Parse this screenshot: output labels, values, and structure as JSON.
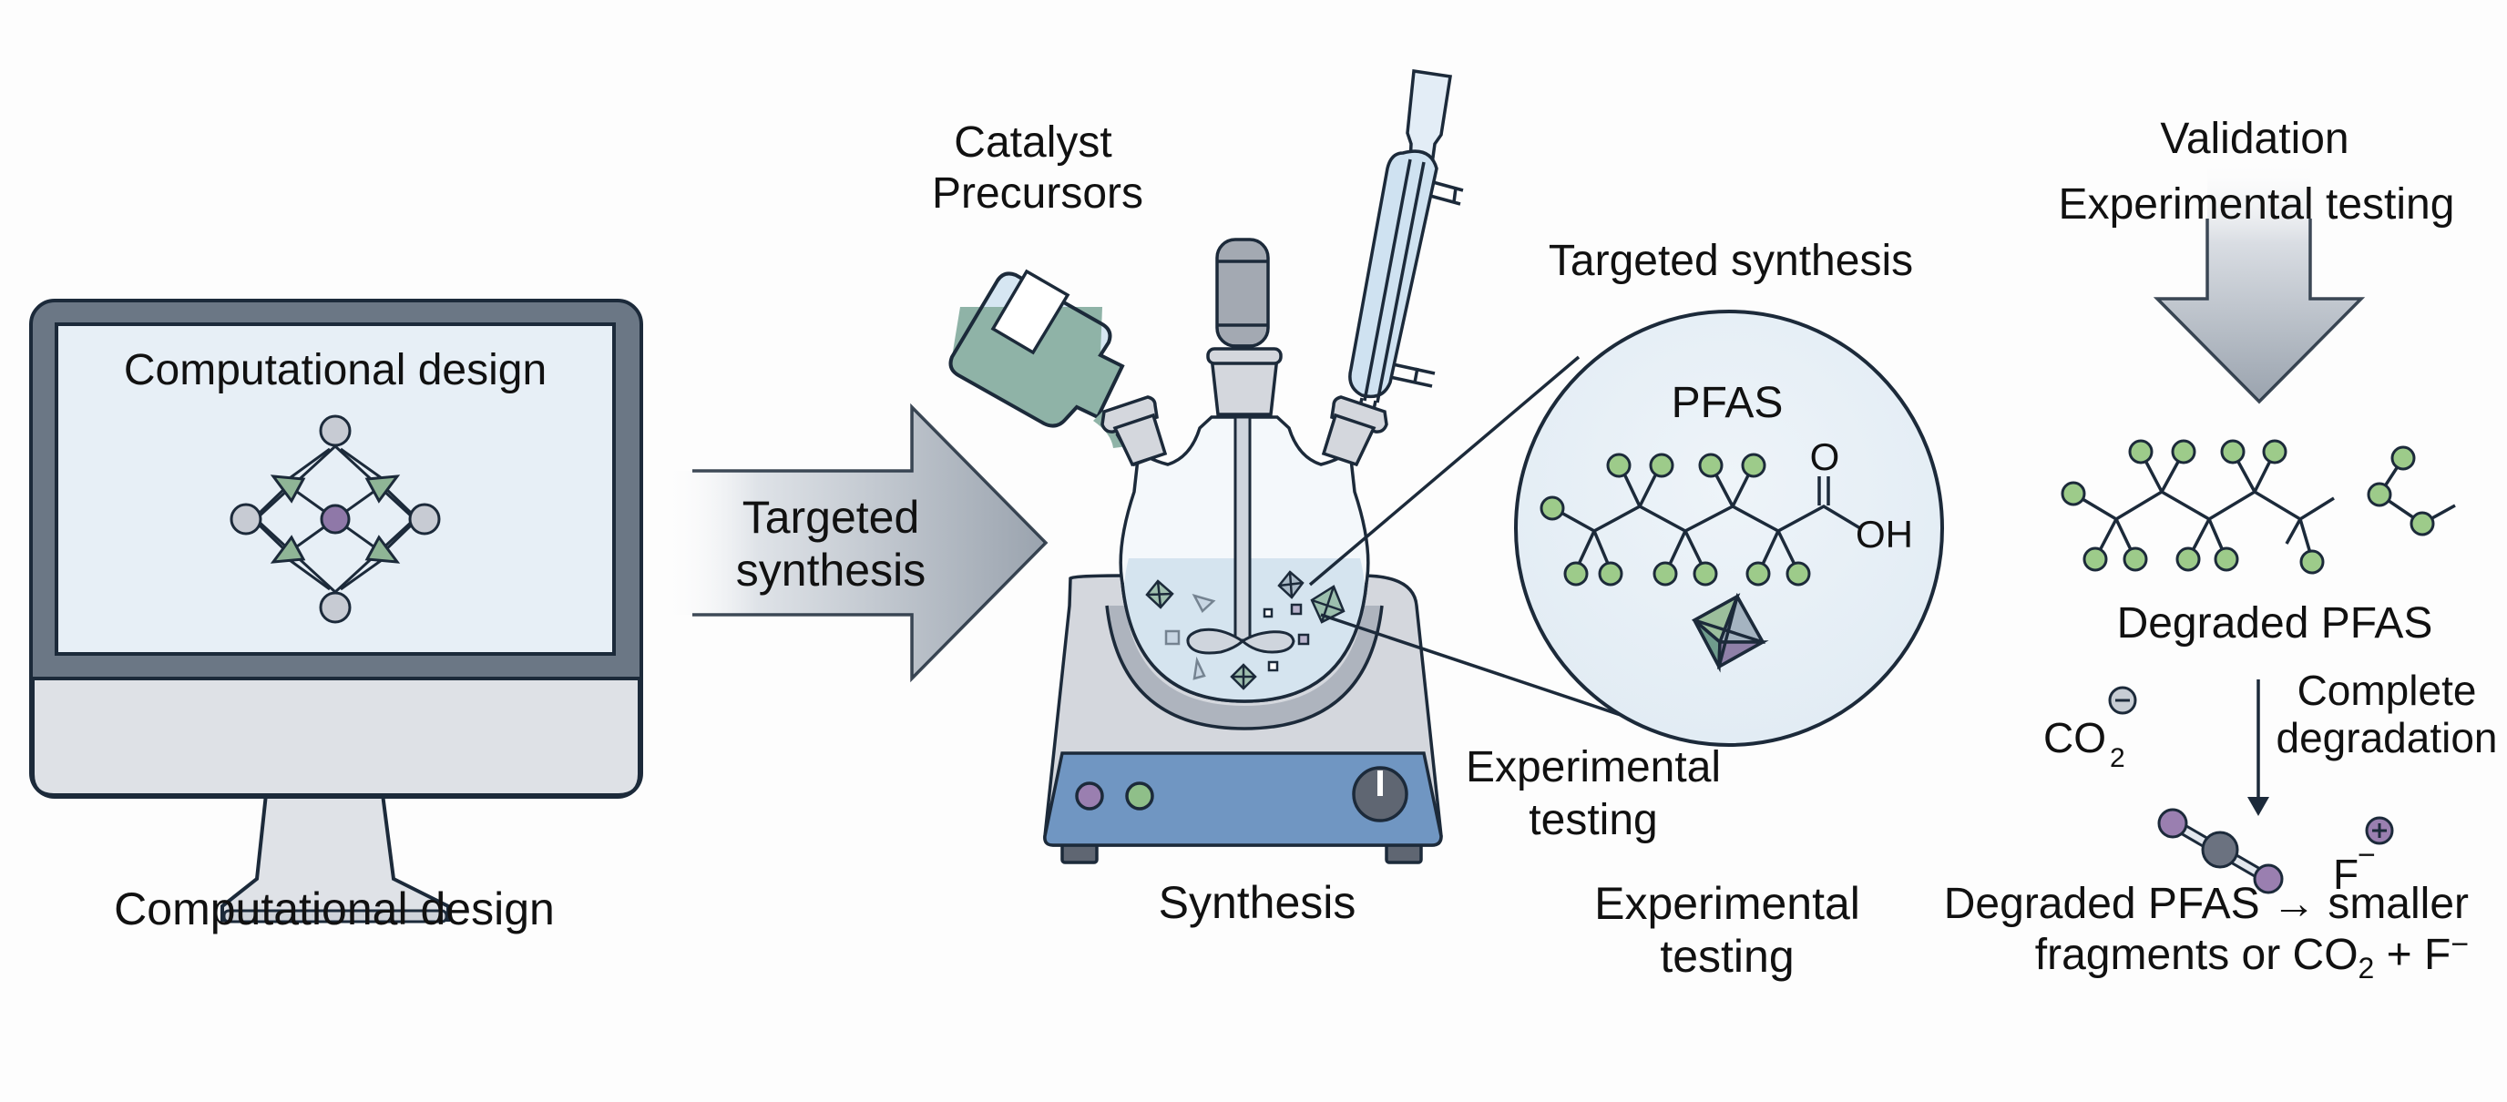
{
  "title": "Catalyst discovery workflow for PFAS degradation",
  "stages": {
    "computational": {
      "screen_label": "Computational design",
      "caption": "Computational design"
    },
    "arrow1": {
      "line1": "Targeted",
      "line2": "synthesis"
    },
    "synthesis": {
      "precursor_label_line1": "Catalyst",
      "precursor_label_line2": "Precursors",
      "caption": "Synthesis",
      "side_label_line1": "Experimental",
      "side_label_line2": "testing"
    },
    "magnifier": {
      "heading": "Targeted synthesis",
      "molecule_label": "PFAS",
      "carbonyl_o": "O",
      "hydroxyl": "OH"
    },
    "testing": {
      "caption_line1": "Experimental",
      "caption_line2": "testing"
    },
    "validation": {
      "line1": "Validation",
      "line2": "Experimental testing",
      "degraded_label": "Degraded PFAS",
      "step_label_line1": "Complete",
      "step_label_line2": "degradation",
      "co2_main": "CO",
      "co2_sub": "2",
      "co2_charge": "−",
      "fluoride_main": "F",
      "fluoride_sup": "−",
      "fluoride_charge": "+",
      "caption_line1": "Degraded PFAS → smaller",
      "caption_line2_pre": "fragments or CO",
      "caption_line2_sub": "2",
      "caption_line2_post": " + F",
      "caption_line2_sup": "−"
    }
  },
  "colors": {
    "outline": "#1c2a3a",
    "bezel": "#6b7785",
    "screen": "#e7eff6",
    "metal": "#d6dae1",
    "metal_dark": "#aab2bd",
    "glass": "#d6e6f2",
    "liquid": "#8fb3a7",
    "hotplate_blue": "#7096c2",
    "fluorine_green": "#9dcb8a",
    "metal_node_gray": "#c7cbd3",
    "purple": "#8f78a8",
    "carbon_gray": "#6b7280"
  }
}
